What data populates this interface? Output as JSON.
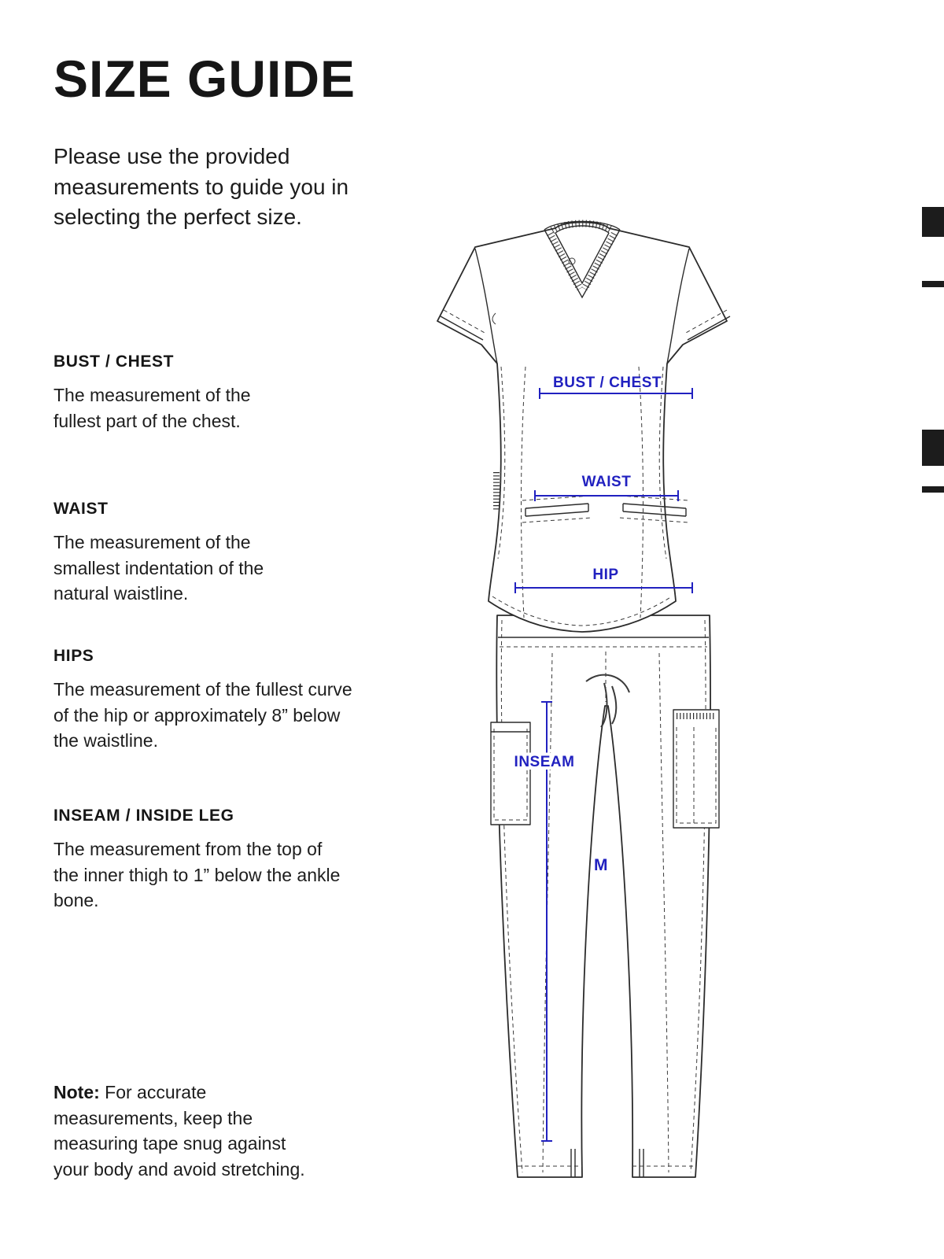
{
  "page": {
    "title": "SIZE GUIDE",
    "intro": "Please use the provided measurements to guide you in selecting the perfect size.",
    "sections": [
      {
        "heading": "BUST / CHEST",
        "body": "The measurement of the fullest part of the chest."
      },
      {
        "heading": "WAIST",
        "body": "The measurement of the smallest indentation of the natural waistline."
      },
      {
        "heading": "HIPS",
        "body": "The measurement of the fullest curve of the hip or approximately 8” below the waistline."
      },
      {
        "heading": "INSEAM / INSIDE LEG",
        "body": "The measurement from the top of the inner thigh to 1” below the ankle bone."
      }
    ],
    "note": {
      "label": "Note:",
      "text": "For accurate measurements, keep the measuring tape snug against your body and avoid stretching."
    }
  },
  "diagram": {
    "labels": {
      "bust": "BUST / CHEST",
      "waist": "WAIST",
      "hip": "HIP",
      "inseam": "INSEAM",
      "size": "M"
    },
    "accent_color": "#2121c0"
  }
}
